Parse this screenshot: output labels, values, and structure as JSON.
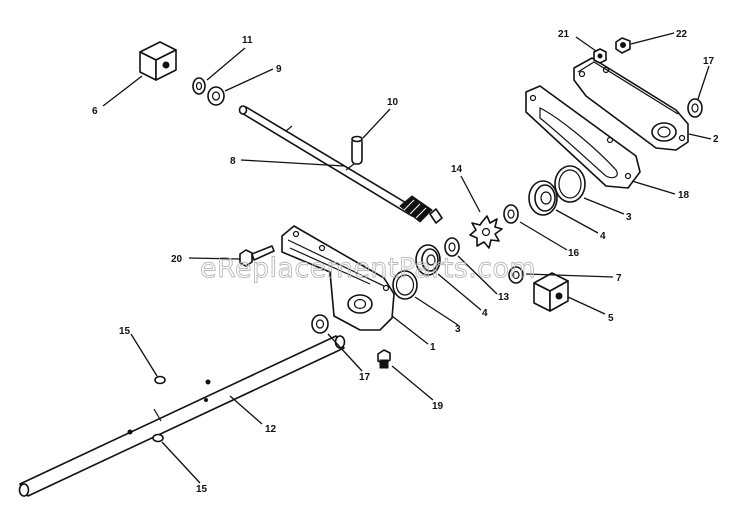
{
  "watermark": "eReplacementParts.com",
  "callouts": [
    {
      "id": "c1",
      "label": "1"
    },
    {
      "id": "c2",
      "label": "2"
    },
    {
      "id": "c3a",
      "label": "3"
    },
    {
      "id": "c3b",
      "label": "3"
    },
    {
      "id": "c4a",
      "label": "4"
    },
    {
      "id": "c4b",
      "label": "4"
    },
    {
      "id": "c5",
      "label": "5"
    },
    {
      "id": "c6",
      "label": "6"
    },
    {
      "id": "c7",
      "label": "7"
    },
    {
      "id": "c8",
      "label": "8"
    },
    {
      "id": "c9",
      "label": "9"
    },
    {
      "id": "c10",
      "label": "10"
    },
    {
      "id": "c11",
      "label": "11"
    },
    {
      "id": "c12",
      "label": "12"
    },
    {
      "id": "c13",
      "label": "13"
    },
    {
      "id": "c14",
      "label": "14"
    },
    {
      "id": "c15a",
      "label": "15"
    },
    {
      "id": "c15b",
      "label": "15"
    },
    {
      "id": "c16",
      "label": "16"
    },
    {
      "id": "c17a",
      "label": "17"
    },
    {
      "id": "c17b",
      "label": "17"
    },
    {
      "id": "c18",
      "label": "18"
    },
    {
      "id": "c19",
      "label": "19"
    },
    {
      "id": "c20",
      "label": "20"
    },
    {
      "id": "c21",
      "label": "21"
    },
    {
      "id": "c22",
      "label": "22"
    }
  ]
}
